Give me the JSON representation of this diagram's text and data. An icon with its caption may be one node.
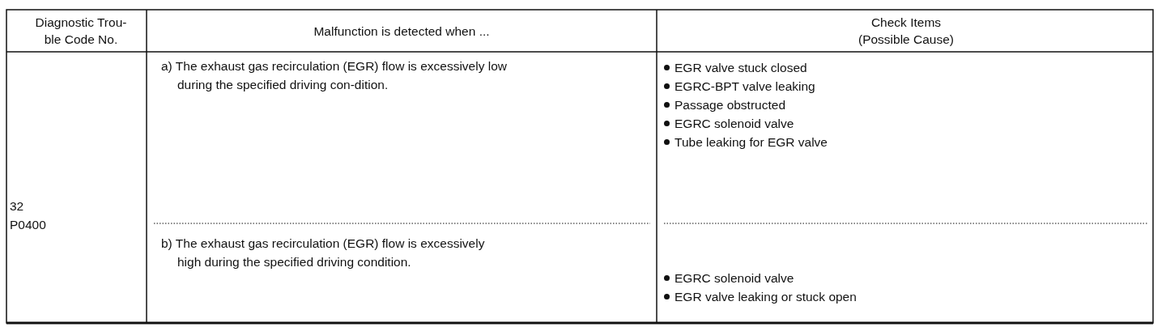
{
  "diagram": {
    "labels": [
      "Diagnostic Trou-ble Code No.",
      "Malfunction is detected when ...",
      "Check Items",
      "(Possible Cause)",
      "32",
      "P0400",
      "a) The exhaust gas recirculation (EGR) flow is excessively low during the specified driving con-dition.",
      "EGR valve stuck closed",
      "EGRC-BPT valve leaking",
      "Passage obstructed",
      "EGRC solenoid valve",
      "Tube leaking for EGR valve",
      "b) The exhaust gas recirculation (EGR) flow is excessively high during the specified driving condition.",
      "EGRC solenoid valve",
      "EGR valve leaking or stuck open"
    ]
  }
}
